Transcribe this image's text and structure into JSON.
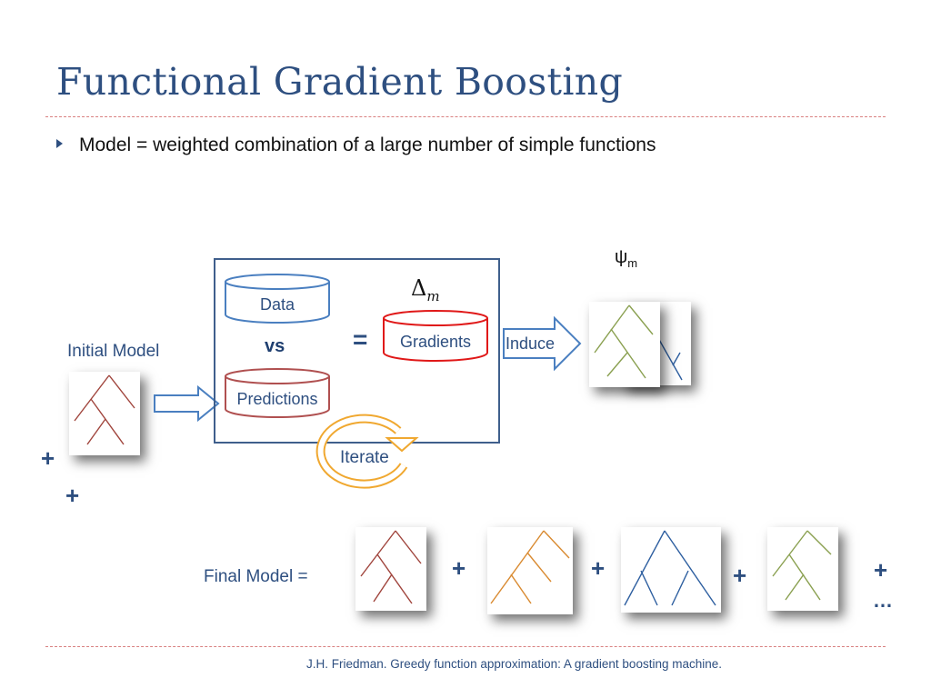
{
  "slide": {
    "title": "Functional Gradient Boosting",
    "bullet": "Model = weighted combination of a large number of simple functions"
  },
  "diagram": {
    "initial_model_label": "Initial Model",
    "data_label": "Data",
    "vs_label": "vs",
    "predictions_label": "Predictions",
    "equals_sign": "=",
    "delta_symbol": "Δ",
    "delta_subscript": "m",
    "gradients_label": "Gradients",
    "induce_label": "Induce",
    "psi_symbol": "ψ",
    "psi_subscript": "m",
    "iterate_label": "Iterate",
    "plus_sign": "+",
    "final_model_label": "Final Model =",
    "ellipsis": "…"
  },
  "citation": "J.H. Friedman. Greedy function approximation: A gradient boosting machine.",
  "colors": {
    "title": "#2e4f80",
    "box_border": "#3f5f8c",
    "data_cylinder": "#4a7fc0",
    "predictions_cylinder": "#b05050",
    "gradients_cylinder": "#e01818",
    "arrow_fill": "#ffffff",
    "arrow_stroke": "#4a7fc0",
    "iterate_arrow": "#f0a830",
    "tree_red": "#a0443c",
    "tree_orange": "#d98a30",
    "tree_blue": "#2e5fa0",
    "tree_green": "#8aa050",
    "rule": "#d98080"
  }
}
